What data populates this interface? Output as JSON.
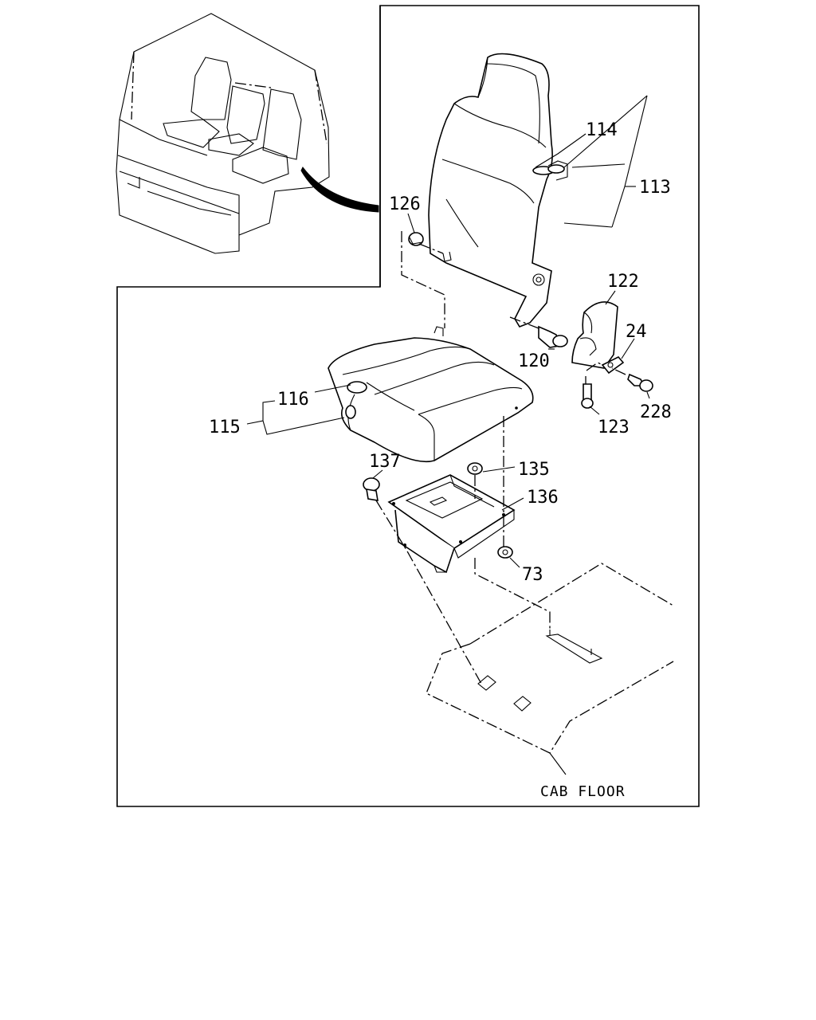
{
  "diagram": {
    "labels": {
      "p114": "114",
      "p113": "113",
      "p126": "126",
      "p122": "122",
      "p24": "24",
      "p120": "120",
      "p116": "116",
      "p115": "115",
      "p228": "228",
      "p123": "123",
      "p137": "137",
      "p135": "135",
      "p136": "136",
      "p73": "73"
    },
    "caption": "CAB FLOOR"
  }
}
